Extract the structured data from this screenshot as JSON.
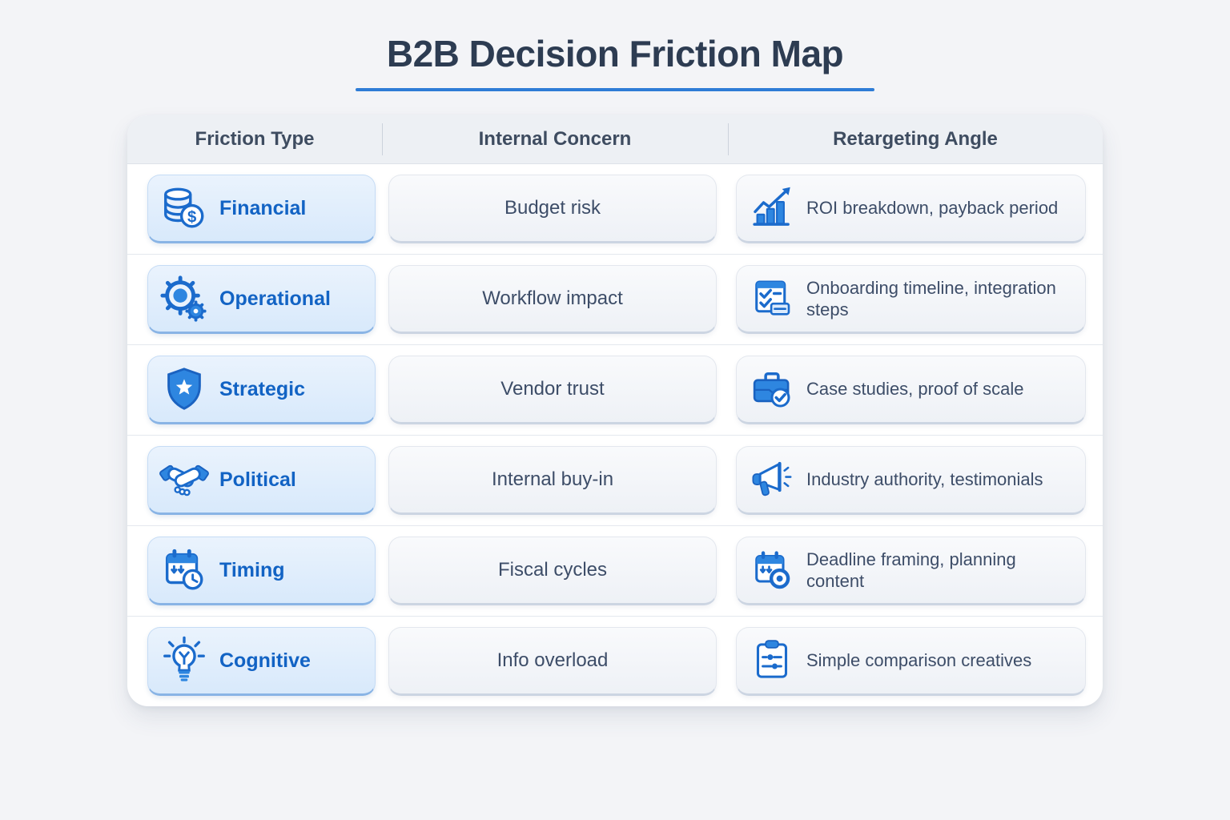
{
  "title": "B2B Decision Friction Map",
  "accent_color": "#2e7cd6",
  "table": {
    "headers": [
      "Friction Type",
      "Internal Concern",
      "Retargeting Angle"
    ],
    "rows": [
      {
        "type": "Financial",
        "icon": "coins-icon",
        "concern": "Budget risk",
        "angle": "ROI breakdown, payback period",
        "angle_icon": "bar-chart-growth-icon"
      },
      {
        "type": "Operational",
        "icon": "gears-icon",
        "concern": "Workflow impact",
        "angle": "Onboarding timeline, integration steps",
        "angle_icon": "checklist-icon"
      },
      {
        "type": "Strategic",
        "icon": "shield-star-icon",
        "concern": "Vendor trust",
        "angle": "Case studies, proof of scale",
        "angle_icon": "briefcase-check-icon"
      },
      {
        "type": "Political",
        "icon": "handshake-icon",
        "concern": "Internal buy-in",
        "angle": "Industry authority, testimonials",
        "angle_icon": "megaphone-icon"
      },
      {
        "type": "Timing",
        "icon": "calendar-clock-icon",
        "concern": "Fiscal cycles",
        "angle": "Deadline framing, planning content",
        "angle_icon": "calendar-target-icon"
      },
      {
        "type": "Cognitive",
        "icon": "lightbulb-icon",
        "concern": "Info overload",
        "angle": "Simple comparison creatives",
        "angle_icon": "clipboard-sliders-icon"
      }
    ]
  }
}
